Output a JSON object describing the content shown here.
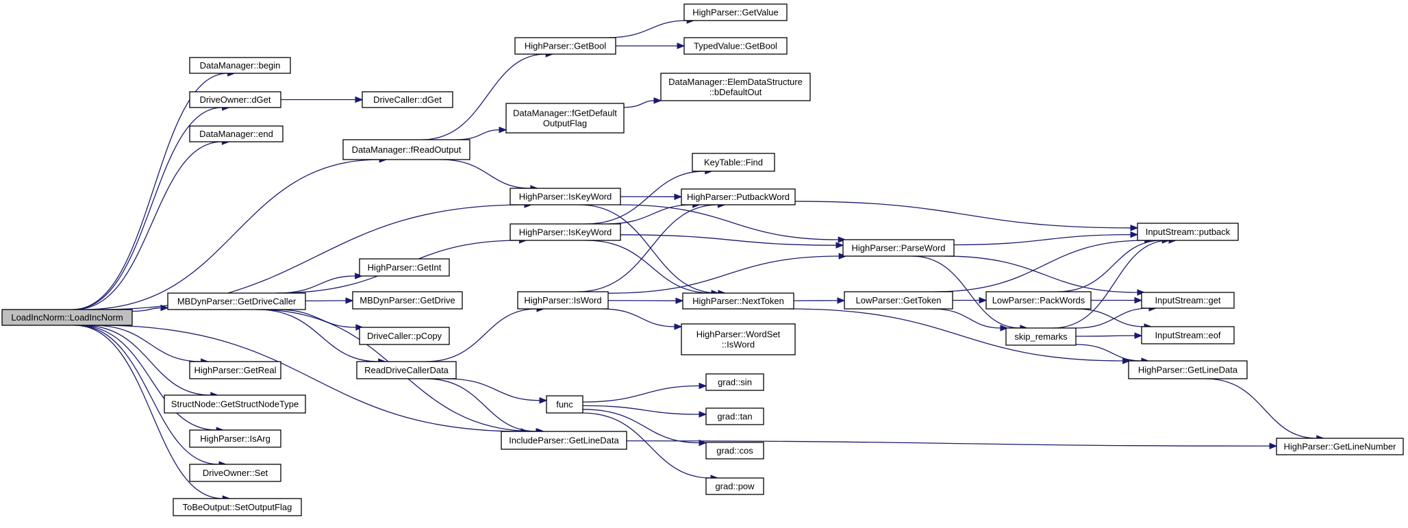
{
  "colors": {
    "edge": "#191970",
    "node_border": "#000000",
    "root_fill": "#bfbfbf",
    "node_fill": "#ffffff"
  },
  "nodes": {
    "n_root": {
      "lines": [
        "LoadIncNorm::LoadIncNorm"
      ],
      "interactable": true,
      "root": true
    },
    "n_dm_begin": {
      "lines": [
        "DataManager::begin"
      ],
      "interactable": true
    },
    "n_do_dget": {
      "lines": [
        "DriveOwner::dGet"
      ],
      "interactable": true
    },
    "n_dc_dget": {
      "lines": [
        "DriveCaller::dGet"
      ],
      "interactable": true
    },
    "n_dm_end": {
      "lines": [
        "DataManager::end"
      ],
      "interactable": true
    },
    "n_dm_freadoutput": {
      "lines": [
        "DataManager::fReadOutput"
      ],
      "interactable": true
    },
    "n_hp_getbool": {
      "lines": [
        "HighParser::GetBool"
      ],
      "interactable": true
    },
    "n_hp_getvalue": {
      "lines": [
        "HighParser::GetValue"
      ],
      "interactable": true
    },
    "n_tv_getbool": {
      "lines": [
        "TypedValue::GetBool"
      ],
      "interactable": true
    },
    "n_dm_fgetdefault": {
      "lines": [
        "DataManager::fGetDefault",
        "OutputFlag"
      ],
      "interactable": true
    },
    "n_dm_elemdata": {
      "lines": [
        "DataManager::ElemDataStructure",
        "::bDefaultOut"
      ],
      "interactable": true
    },
    "n_kt_find": {
      "lines": [
        "KeyTable::Find"
      ],
      "interactable": true
    },
    "n_hp_iskeyword1": {
      "lines": [
        "HighParser::IsKeyWord"
      ],
      "interactable": true
    },
    "n_hp_iskeyword2": {
      "lines": [
        "HighParser::IsKeyWord"
      ],
      "interactable": true
    },
    "n_hp_putbackword": {
      "lines": [
        "HighParser::PutbackWord"
      ],
      "interactable": true
    },
    "n_hp_parseword": {
      "lines": [
        "HighParser::ParseWord"
      ],
      "interactable": true
    },
    "n_is_putback": {
      "lines": [
        "InputStream::putback"
      ],
      "interactable": true
    },
    "n_mbdyn_getdrivecaller": {
      "lines": [
        "MBDynParser::GetDriveCaller"
      ],
      "interactable": true
    },
    "n_hp_getint": {
      "lines": [
        "HighParser::GetInt"
      ],
      "interactable": true
    },
    "n_mbdyn_getdrive": {
      "lines": [
        "MBDynParser::GetDrive"
      ],
      "interactable": true
    },
    "n_dc_pcopy": {
      "lines": [
        "DriveCaller::pCopy"
      ],
      "interactable": true
    },
    "n_readdrivecallerdata": {
      "lines": [
        "ReadDriveCallerData"
      ],
      "interactable": true
    },
    "n_hp_isword": {
      "lines": [
        "HighParser::IsWord"
      ],
      "interactable": true
    },
    "n_hp_nexttoken": {
      "lines": [
        "HighParser::NextToken"
      ],
      "interactable": true
    },
    "n_lp_gettoken": {
      "lines": [
        "LowParser::GetToken"
      ],
      "interactable": true
    },
    "n_lp_packwords": {
      "lines": [
        "LowParser::PackWords"
      ],
      "interactable": true
    },
    "n_is_get": {
      "lines": [
        "InputStream::get"
      ],
      "interactable": true
    },
    "n_skip_remarks": {
      "lines": [
        "skip_remarks"
      ],
      "interactable": true
    },
    "n_is_eof": {
      "lines": [
        "InputStream::eof"
      ],
      "interactable": true
    },
    "n_hp_wordset_isword": {
      "lines": [
        "HighParser::WordSet",
        "::IsWord"
      ],
      "interactable": true
    },
    "n_hp_getlinedata": {
      "lines": [
        "HighParser::GetLineData"
      ],
      "interactable": true
    },
    "n_hp_getreal": {
      "lines": [
        "HighParser::GetReal"
      ],
      "interactable": true
    },
    "n_structnode": {
      "lines": [
        "StructNode::GetStructNodeType"
      ],
      "interactable": true
    },
    "n_hp_isarg": {
      "lines": [
        "HighParser::IsArg"
      ],
      "interactable": true
    },
    "n_do_set": {
      "lines": [
        "DriveOwner::Set"
      ],
      "interactable": true
    },
    "n_tbo_setoutputflag": {
      "lines": [
        "ToBeOutput::SetOutputFlag"
      ],
      "interactable": true
    },
    "n_func": {
      "lines": [
        "func"
      ],
      "interactable": true
    },
    "n_grad_sin": {
      "lines": [
        "grad::sin"
      ],
      "interactable": true
    },
    "n_grad_tan": {
      "lines": [
        "grad::tan"
      ],
      "interactable": true
    },
    "n_grad_cos": {
      "lines": [
        "grad::cos"
      ],
      "interactable": true
    },
    "n_grad_pow": {
      "lines": [
        "grad::pow"
      ],
      "interactable": true
    },
    "n_ip_getlinedata": {
      "lines": [
        "IncludeParser::GetLineData"
      ],
      "interactable": true
    },
    "n_hp_getlinenumber": {
      "lines": [
        "HighParser::GetLineNumber"
      ],
      "interactable": true
    }
  },
  "edges": [
    [
      "n_root",
      "n_dm_begin"
    ],
    [
      "n_root",
      "n_do_dget"
    ],
    [
      "n_root",
      "n_dm_end"
    ],
    [
      "n_root",
      "n_dm_freadoutput"
    ],
    [
      "n_root",
      "n_hp_iskeyword1"
    ],
    [
      "n_root",
      "n_mbdyn_getdrivecaller"
    ],
    [
      "n_root",
      "n_hp_getreal"
    ],
    [
      "n_root",
      "n_structnode"
    ],
    [
      "n_root",
      "n_hp_isarg"
    ],
    [
      "n_root",
      "n_do_set"
    ],
    [
      "n_root",
      "n_tbo_setoutputflag"
    ],
    [
      "n_root",
      "n_ip_getlinedata"
    ],
    [
      "n_do_dget",
      "n_dc_dget"
    ],
    [
      "n_dm_freadoutput",
      "n_hp_getbool"
    ],
    [
      "n_dm_freadoutput",
      "n_dm_fgetdefault"
    ],
    [
      "n_dm_freadoutput",
      "n_hp_iskeyword1"
    ],
    [
      "n_hp_getbool",
      "n_hp_getvalue"
    ],
    [
      "n_hp_getbool",
      "n_tv_getbool"
    ],
    [
      "n_dm_fgetdefault",
      "n_dm_elemdata"
    ],
    [
      "n_hp_iskeyword1",
      "n_hp_putbackword"
    ],
    [
      "n_hp_iskeyword1",
      "n_hp_parseword"
    ],
    [
      "n_hp_iskeyword1",
      "n_hp_nexttoken"
    ],
    [
      "n_hp_iskeyword2",
      "n_kt_find"
    ],
    [
      "n_hp_iskeyword2",
      "n_hp_putbackword"
    ],
    [
      "n_hp_iskeyword2",
      "n_hp_parseword"
    ],
    [
      "n_hp_iskeyword2",
      "n_hp_nexttoken"
    ],
    [
      "n_hp_putbackword",
      "n_is_putback"
    ],
    [
      "n_hp_parseword",
      "n_is_putback"
    ],
    [
      "n_hp_parseword",
      "n_is_get"
    ],
    [
      "n_hp_parseword",
      "n_skip_remarks"
    ],
    [
      "n_mbdyn_getdrivecaller",
      "n_hp_iskeyword2"
    ],
    [
      "n_mbdyn_getdrivecaller",
      "n_hp_getint"
    ],
    [
      "n_mbdyn_getdrivecaller",
      "n_mbdyn_getdrive"
    ],
    [
      "n_mbdyn_getdrivecaller",
      "n_dc_pcopy"
    ],
    [
      "n_mbdyn_getdrivecaller",
      "n_readdrivecallerdata"
    ],
    [
      "n_mbdyn_getdrivecaller",
      "n_ip_getlinedata"
    ],
    [
      "n_readdrivecallerdata",
      "n_hp_isword"
    ],
    [
      "n_readdrivecallerdata",
      "n_func"
    ],
    [
      "n_readdrivecallerdata",
      "n_ip_getlinedata"
    ],
    [
      "n_hp_isword",
      "n_hp_putbackword"
    ],
    [
      "n_hp_isword",
      "n_hp_parseword"
    ],
    [
      "n_hp_isword",
      "n_hp_nexttoken"
    ],
    [
      "n_hp_isword",
      "n_hp_wordset_isword"
    ],
    [
      "n_hp_nexttoken",
      "n_lp_gettoken"
    ],
    [
      "n_hp_nexttoken",
      "n_hp_getlinedata"
    ],
    [
      "n_lp_gettoken",
      "n_is_putback"
    ],
    [
      "n_lp_gettoken",
      "n_lp_packwords"
    ],
    [
      "n_lp_gettoken",
      "n_skip_remarks"
    ],
    [
      "n_lp_packwords",
      "n_is_putback"
    ],
    [
      "n_lp_packwords",
      "n_is_get"
    ],
    [
      "n_lp_packwords",
      "n_is_eof"
    ],
    [
      "n_skip_remarks",
      "n_is_putback"
    ],
    [
      "n_skip_remarks",
      "n_is_get"
    ],
    [
      "n_skip_remarks",
      "n_is_eof"
    ],
    [
      "n_skip_remarks",
      "n_hp_getlinedata"
    ],
    [
      "n_hp_getlinedata",
      "n_hp_getlinenumber"
    ],
    [
      "n_func",
      "n_grad_sin"
    ],
    [
      "n_func",
      "n_grad_tan"
    ],
    [
      "n_func",
      "n_grad_cos"
    ],
    [
      "n_func",
      "n_grad_pow"
    ],
    [
      "n_ip_getlinedata",
      "n_hp_getlinenumber"
    ]
  ]
}
